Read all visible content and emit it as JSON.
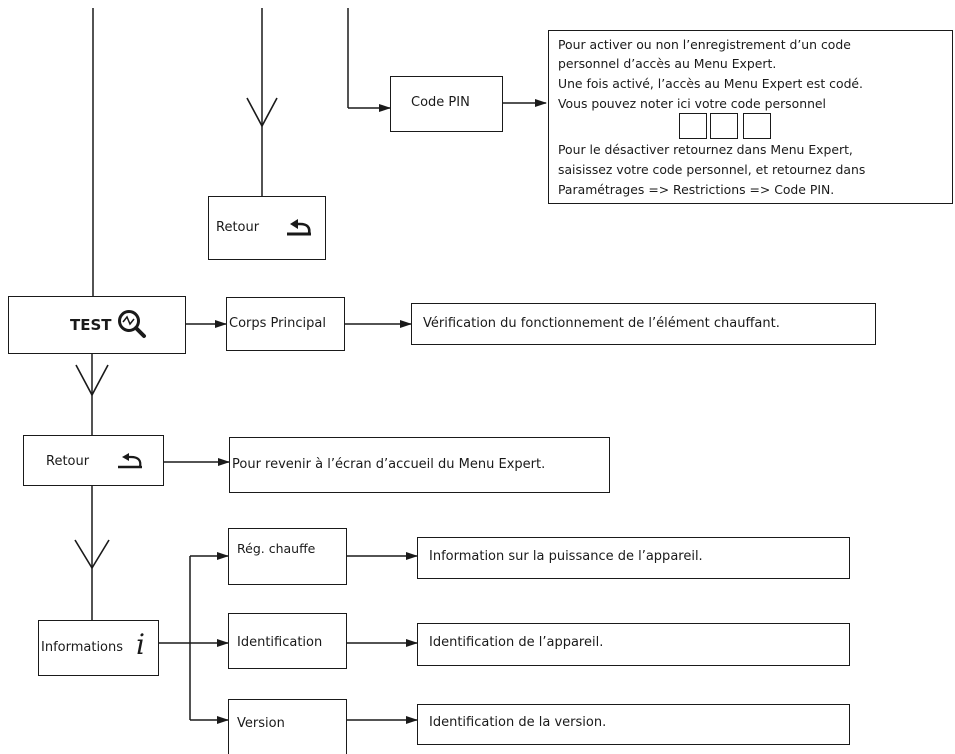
{
  "code_pin_label": "Code PIN",
  "retour_top_label": "Retour",
  "note_lines": [
    "Pour activer ou non l’enregistrement d’un code",
    "personnel d’accès au Menu Expert.",
    "Une fois activé, l’accès au Menu Expert est codé.",
    "Vous pouvez noter ici votre code personnel",
    "Pour le désactiver retournez dans Menu Expert,",
    "saisissez votre code personnel, et retournez dans",
    "Paramétrages => Restrictions => Code PIN."
  ],
  "test_label": "TEST",
  "corps_label": "Corps Principal",
  "corps_desc": "Vérification du fonctionnement de l’élément chauffant.",
  "retour_label": "Retour",
  "retour_desc": "Pour revenir à l’écran d’accueil du Menu Expert.",
  "informations_label": "Informations",
  "info_icon_glyph": "i",
  "reg_label": "Rég. chauffe",
  "reg_desc": "Information sur la puissance de l’appareil.",
  "ident_label": "Identification",
  "ident_desc": "Identification de l’appareil.",
  "version_label": "Version",
  "version_desc": "Identification de la version.",
  "icons": {
    "back": "return-arrow-icon",
    "test": "magnifier-icon",
    "info": "info-icon"
  }
}
